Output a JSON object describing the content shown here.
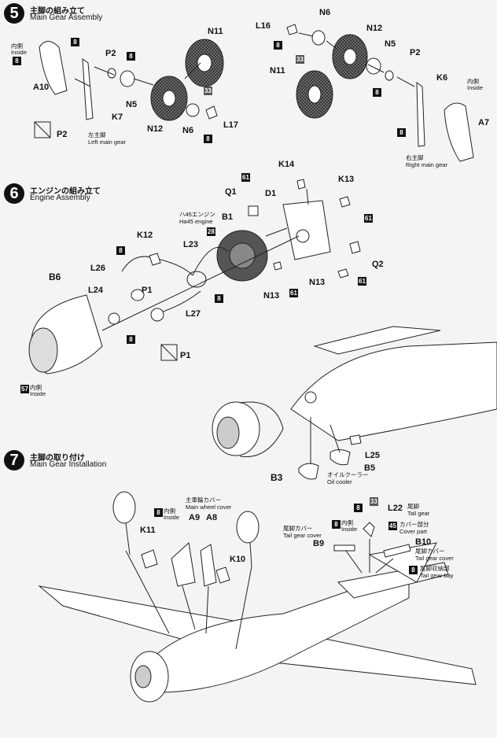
{
  "steps": [
    {
      "number": "5",
      "title_jp": "主脚の組み立て",
      "title_en": "Main Gear Assembly"
    },
    {
      "number": "6",
      "title_jp": "エンジンの組み立て",
      "title_en": "Engine Assembly"
    },
    {
      "number": "7",
      "title_jp": "主脚の取り付け",
      "title_en": "Main Gear Installation"
    }
  ],
  "step5": {
    "parts": [
      "A10",
      "P2",
      "N11",
      "N5",
      "K7",
      "N12",
      "N6",
      "L17",
      "L16",
      "N6",
      "N12",
      "N5",
      "P2",
      "N11",
      "K6",
      "A7",
      "P2"
    ],
    "inside_jp": "内側",
    "inside_en": "Inside",
    "left_gear_jp": "左主脚",
    "left_gear_en": "Left main gear",
    "right_gear_jp": "右主脚",
    "right_gear_en": "Right main gear",
    "colors": [
      "8",
      "8",
      "8",
      "33",
      "8",
      "8",
      "33",
      "8",
      "8"
    ]
  },
  "step6": {
    "parts": [
      "K14",
      "Q1",
      "D1",
      "K13",
      "B1",
      "K12",
      "L23",
      "L26",
      "P1",
      "L24",
      "L27",
      "B6",
      "N13",
      "Q2",
      "N13",
      "P1"
    ],
    "engine_jp": "ハ45エンジン",
    "engine_en": "Ha45 engine",
    "inside_jp": "内側",
    "inside_en": "Inside",
    "colors": [
      "61",
      "61",
      "28",
      "8",
      "8",
      "8",
      "61",
      "61",
      "57"
    ]
  },
  "step7": {
    "parts": [
      "K11",
      "A9",
      "A8",
      "K10",
      "B3",
      "B5",
      "L25",
      "L22",
      "B9",
      "B10"
    ],
    "inside_jp": "内側",
    "inside_en": "Inside",
    "main_wheel_cover_jp": "主車輪カバー",
    "main_wheel_cover_en": "Main wheel cover",
    "oil_cooler_jp": "オイルクーラー",
    "oil_cooler_en": "Oil cooler",
    "tail_gear_jp": "尾脚",
    "tail_gear_en": "Tail gear",
    "cover_part_jp": "カバー部分",
    "cover_part_en": "Cover part",
    "tail_gear_cover_jp": "尾脚カバー",
    "tail_gear_cover_en": "Tail gear cover",
    "tail_gear_bay_jp": "尾脚収納部",
    "tail_gear_bay_en": "Tail gear bay",
    "colors": [
      "8",
      "8",
      "8",
      "33",
      "45",
      "8"
    ]
  }
}
